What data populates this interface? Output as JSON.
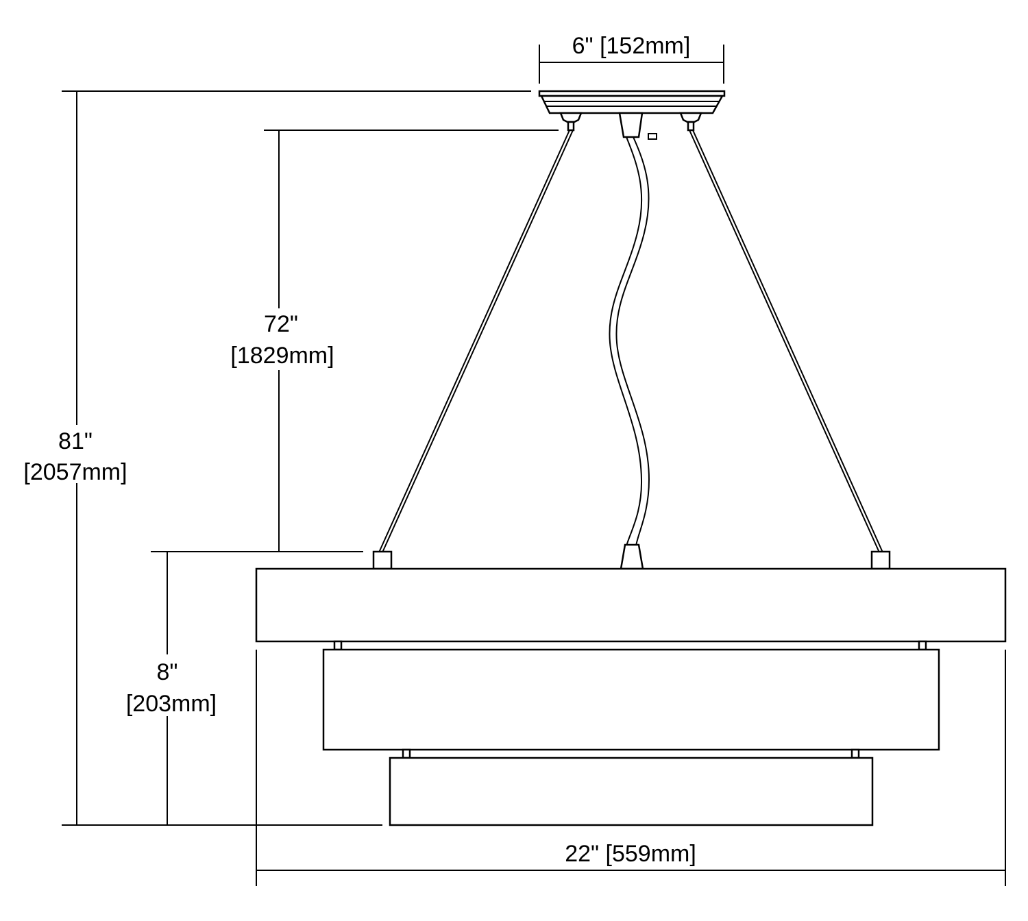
{
  "dimensions": {
    "canopy_width": "6\" [152mm]",
    "chain_length_in": "72\"",
    "chain_length_mm": "[1829mm]",
    "overall_height_in": "81\"",
    "overall_height_mm": "[2057mm]",
    "fixture_height_in": "8\"",
    "fixture_height_mm": "[203mm]",
    "fixture_width": "22\" [559mm]"
  },
  "colors": {
    "line": "#000000",
    "background": "#ffffff"
  }
}
